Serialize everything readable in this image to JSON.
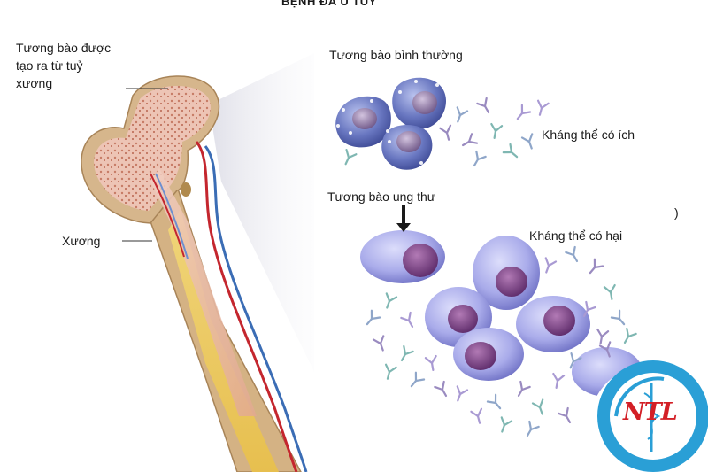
{
  "title": "BỆNH ĐA U TUỶ",
  "labels": {
    "plasma_origin_line1": "Tương bào được",
    "plasma_origin_line2": "tạo ra từ tuỷ",
    "plasma_origin_line3": "xương",
    "normal_plasma": "Tương bào bình thường",
    "useful_antibody": "Kháng thể có ích",
    "cancer_plasma": "Tương bào ung thư",
    "harmful_antibody": "Kháng thể có hại",
    "bone": "Xương",
    "stray_paren": ")"
  },
  "logo": {
    "text": "NTL"
  },
  "colors": {
    "bone_shell": "#c9a87a",
    "marrow": "#e8b9a6",
    "artery": "#c4262e",
    "vein": "#3b6db5",
    "normal_cell": "#5d6db4",
    "cancer_cell": "#9d9fe6",
    "nucleus": "#7a3f86",
    "logo_red": "#d31f26",
    "logo_blue": "#2a9fd6"
  }
}
